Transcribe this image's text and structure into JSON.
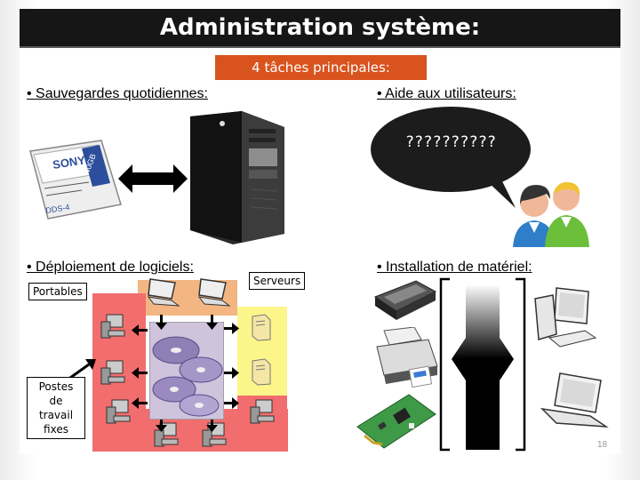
{
  "slide": {
    "title": "Administration système:",
    "tasks_label": "4 tâches principales:",
    "page_number": "18"
  },
  "sections": {
    "backup": {
      "label": "• Sauvegardes quotidiennes:",
      "tape_brand": "SONY",
      "tape_capacity": "40GB",
      "tape_format": "DDS-4"
    },
    "support": {
      "label": "• Aide aux utilisateurs:",
      "speech": "??????????"
    },
    "software": {
      "label": "• Déploiement de logiciels:",
      "laptops_tag": "Portables",
      "servers_tag": "Serveurs",
      "desktops_tag": "Postes de travail fixes"
    },
    "hardware": {
      "label": "• Installation de matériel:"
    }
  },
  "colors": {
    "title_bg": "#161616",
    "tasks_bg": "#d9531e",
    "laptops_zone": "#f3b683",
    "desktops_zone": "#f26d6d",
    "servers_zone": "#fbf58a",
    "speech_bubble": "#1c1c1c"
  }
}
